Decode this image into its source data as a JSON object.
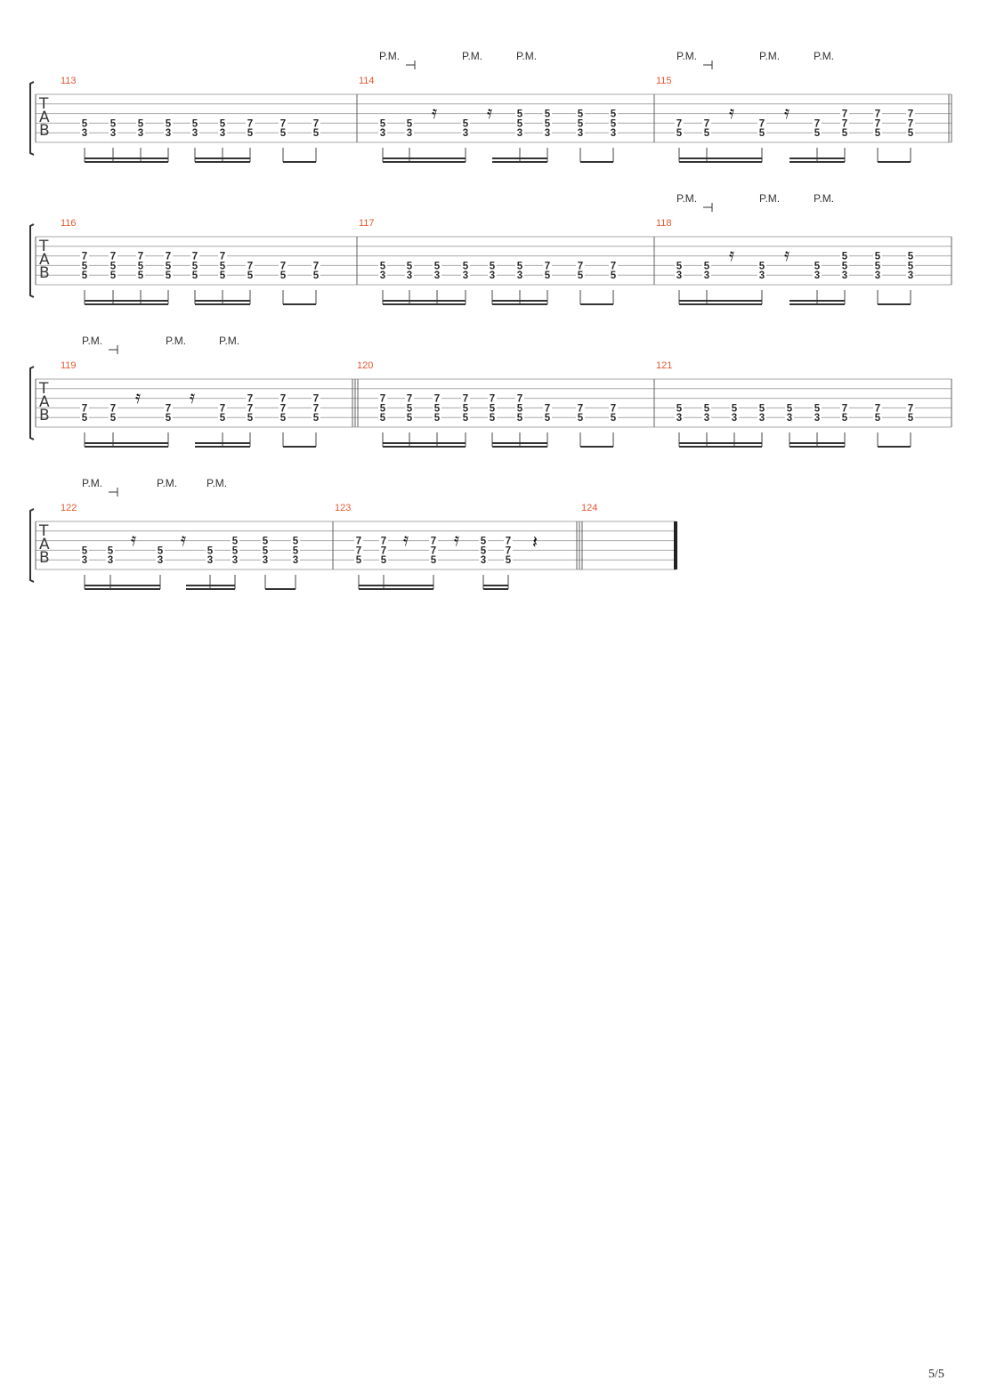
{
  "page": {
    "number": "5/5"
  },
  "tab_letters": [
    "T",
    "A",
    "B"
  ],
  "pm_label": "P.M.",
  "rest_glyphs": {
    "sixteenth": "𝄿",
    "quarter": "𝄽"
  },
  "systems": [
    {
      "measures": [
        {
          "number": "113",
          "pm": []
        },
        {
          "number": "114",
          "pm": [
            "P.M.",
            "P.M.",
            "P.M."
          ]
        },
        {
          "number": "115",
          "pm": [
            "P.M.",
            "P.M.",
            "P.M."
          ]
        }
      ]
    },
    {
      "measures": [
        {
          "number": "116",
          "pm": []
        },
        {
          "number": "117",
          "pm": []
        },
        {
          "number": "118",
          "pm": [
            "P.M.",
            "P.M.",
            "P.M."
          ]
        }
      ]
    },
    {
      "measures": [
        {
          "number": "119",
          "pm": [
            "P.M.",
            "P.M.",
            "P.M."
          ]
        },
        {
          "number": "120",
          "pm": []
        },
        {
          "number": "121",
          "pm": []
        }
      ]
    },
    {
      "measures": [
        {
          "number": "122",
          "pm": [
            "P.M.",
            "P.M.",
            "P.M."
          ]
        },
        {
          "number": "123",
          "pm": []
        },
        {
          "number": "124",
          "pm": []
        }
      ]
    }
  ],
  "notes": {
    "m113": [
      [
        "5",
        "3"
      ],
      [
        "5",
        "3"
      ],
      [
        "5",
        "3"
      ],
      [
        "5",
        "3"
      ],
      [
        "5",
        "3"
      ],
      [
        "5",
        "3"
      ],
      [
        "7",
        "5"
      ],
      [
        "7",
        "5"
      ],
      [
        "7",
        "5"
      ]
    ],
    "m114": [
      [
        "5",
        "3"
      ],
      [
        "5",
        "3"
      ],
      "r",
      [
        "5",
        "3"
      ],
      "r",
      [
        "5",
        "5",
        "3"
      ],
      [
        "5",
        "5",
        "3"
      ],
      [
        "5",
        "5",
        "3"
      ],
      [
        "5",
        "5",
        "3"
      ]
    ],
    "m115": [
      [
        "7",
        "5"
      ],
      [
        "7",
        "5"
      ],
      "r",
      [
        "7",
        "5"
      ],
      "r",
      [
        "7",
        "5"
      ],
      [
        "7",
        "7",
        "5"
      ],
      [
        "7",
        "7",
        "5"
      ],
      [
        "7",
        "7",
        "5"
      ]
    ],
    "m116": [
      [
        "7",
        "5",
        "5"
      ],
      [
        "7",
        "5",
        "5"
      ],
      [
        "7",
        "5",
        "5"
      ],
      [
        "7",
        "5",
        "5"
      ],
      [
        "7",
        "5",
        "5"
      ],
      [
        "7",
        "5",
        "5"
      ],
      [
        "7",
        "5"
      ],
      [
        "7",
        "5"
      ],
      [
        "7",
        "5"
      ]
    ],
    "m117": [
      [
        "5",
        "3"
      ],
      [
        "5",
        "3"
      ],
      [
        "5",
        "3"
      ],
      [
        "5",
        "3"
      ],
      [
        "5",
        "3"
      ],
      [
        "5",
        "3"
      ],
      [
        "7",
        "5"
      ],
      [
        "7",
        "5"
      ],
      [
        "7",
        "5"
      ]
    ],
    "m118": [
      [
        "5",
        "3"
      ],
      [
        "5",
        "3"
      ],
      "r",
      [
        "5",
        "3"
      ],
      "r",
      [
        "5",
        "3"
      ],
      [
        "5",
        "5",
        "3"
      ],
      [
        "5",
        "5",
        "3"
      ],
      [
        "5",
        "5",
        "3"
      ]
    ],
    "m119": [
      [
        "7",
        "5"
      ],
      [
        "7",
        "5"
      ],
      "r",
      [
        "7",
        "5"
      ],
      "r",
      [
        "7",
        "5"
      ],
      [
        "7",
        "7",
        "5"
      ],
      [
        "7",
        "7",
        "5"
      ],
      [
        "7",
        "7",
        "5"
      ]
    ],
    "m120": [
      [
        "7",
        "5",
        "5"
      ],
      [
        "7",
        "5",
        "5"
      ],
      [
        "7",
        "5",
        "5"
      ],
      [
        "7",
        "5",
        "5"
      ],
      [
        "7",
        "5",
        "5"
      ],
      [
        "7",
        "5",
        "5"
      ],
      [
        "7",
        "5"
      ],
      [
        "7",
        "5"
      ],
      [
        "7",
        "5"
      ]
    ],
    "m121": [
      [
        "5",
        "3"
      ],
      [
        "5",
        "3"
      ],
      [
        "5",
        "3"
      ],
      [
        "5",
        "3"
      ],
      [
        "5",
        "3"
      ],
      [
        "5",
        "3"
      ],
      [
        "7",
        "5"
      ],
      [
        "7",
        "5"
      ],
      [
        "7",
        "5"
      ]
    ],
    "m122": [
      [
        "5",
        "3"
      ],
      [
        "5",
        "3"
      ],
      "r",
      [
        "5",
        "3"
      ],
      "r",
      [
        "5",
        "3"
      ],
      [
        "5",
        "5",
        "3"
      ],
      [
        "5",
        "5",
        "3"
      ],
      [
        "5",
        "5",
        "3"
      ]
    ],
    "m123": [
      [
        "7",
        "7",
        "5"
      ],
      [
        "7",
        "7",
        "5"
      ],
      "r",
      [
        "7",
        "7",
        "5"
      ],
      "r",
      [
        "5",
        "5",
        "3"
      ],
      [
        "7",
        "7",
        "5"
      ],
      "q"
    ]
  }
}
